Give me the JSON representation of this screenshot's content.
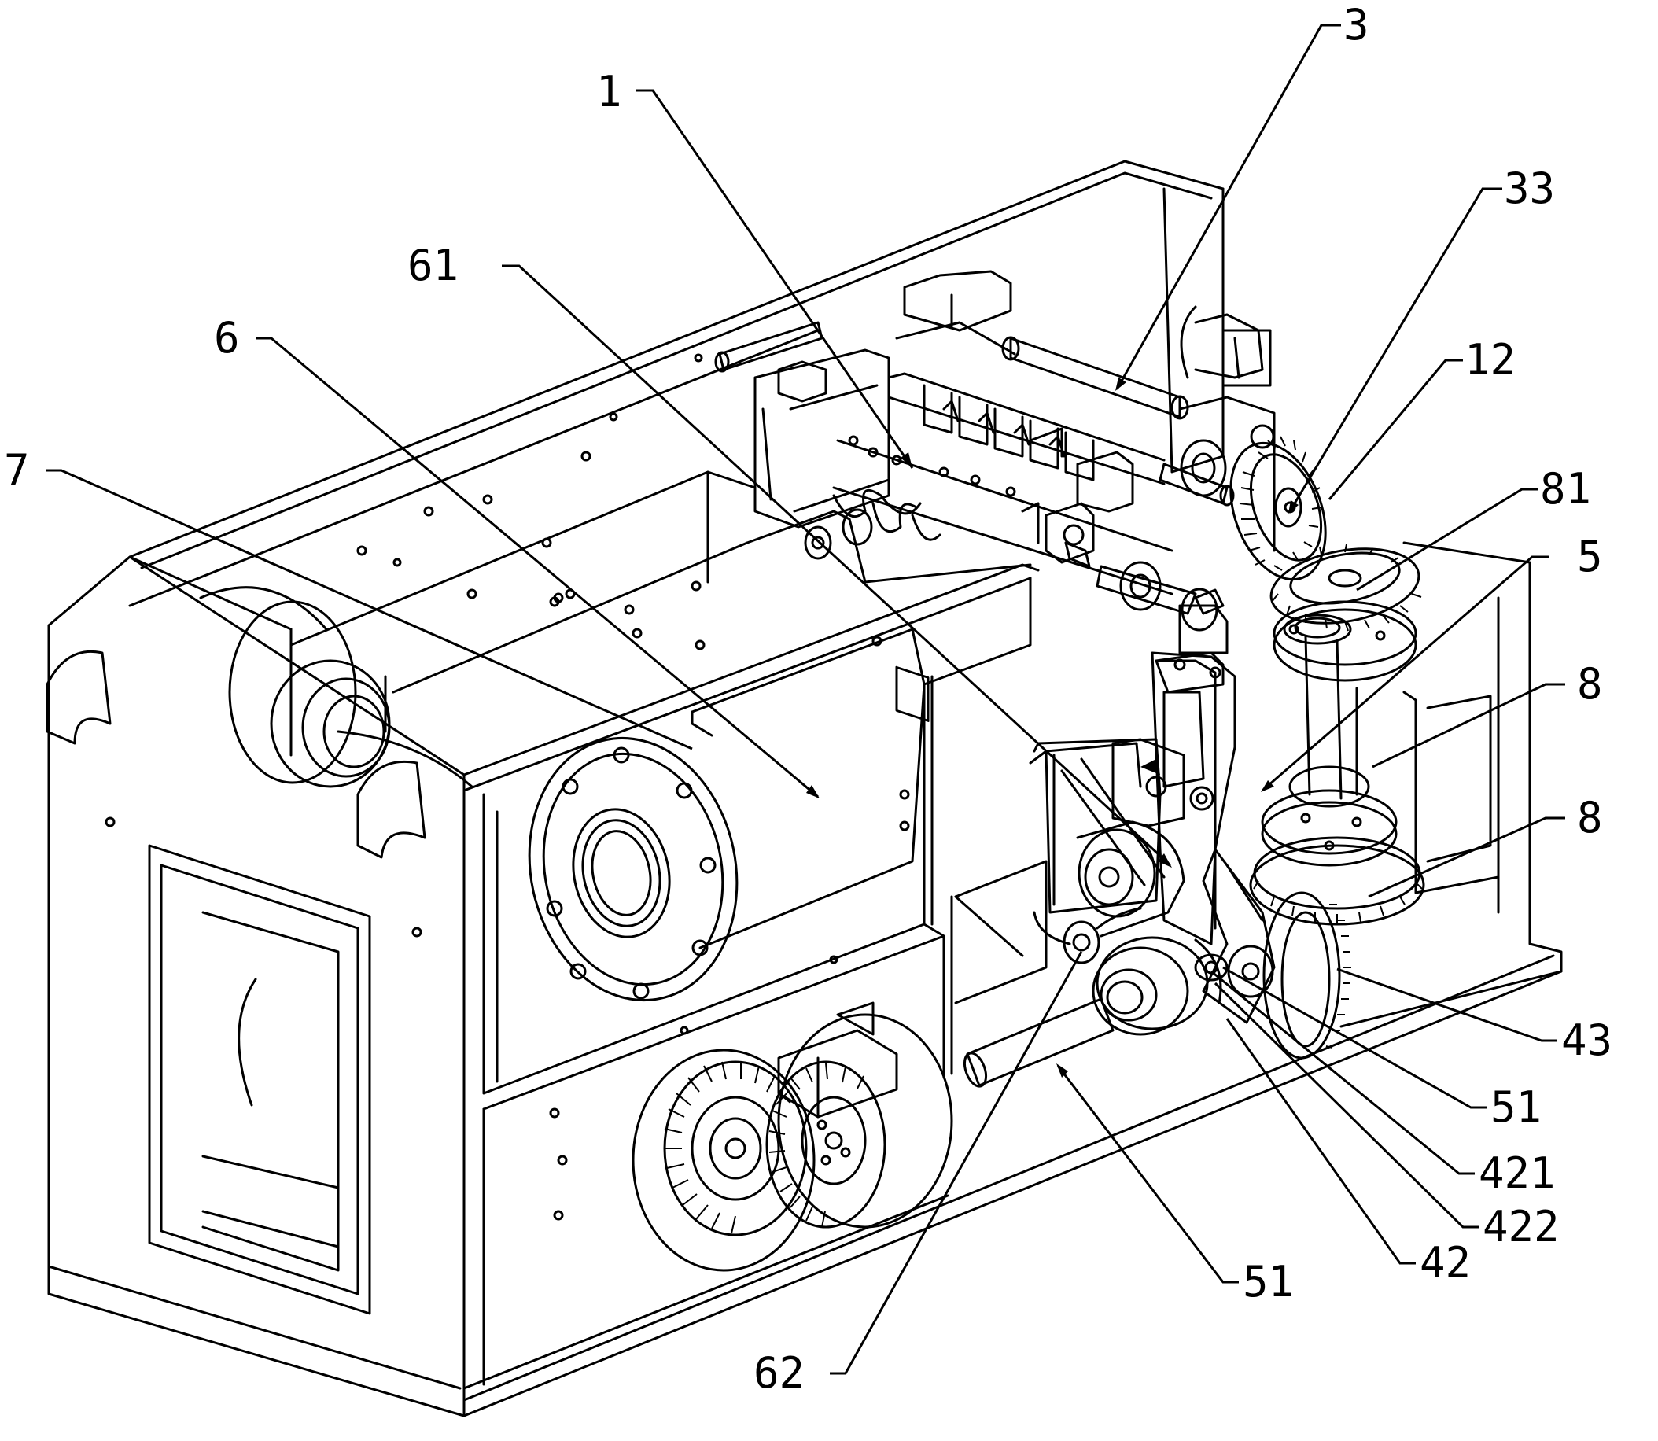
{
  "figure": {
    "labels": [
      {
        "id": "label-1",
        "text": "1"
      },
      {
        "id": "label-3",
        "text": "3"
      },
      {
        "id": "label-33",
        "text": "33"
      },
      {
        "id": "label-12",
        "text": "12"
      },
      {
        "id": "label-81",
        "text": "81"
      },
      {
        "id": "label-5",
        "text": "5"
      },
      {
        "id": "label-8a",
        "text": "8"
      },
      {
        "id": "label-8b",
        "text": "8"
      },
      {
        "id": "label-43",
        "text": "43"
      },
      {
        "id": "label-51a",
        "text": "51"
      },
      {
        "id": "label-421",
        "text": "421"
      },
      {
        "id": "label-422",
        "text": "422"
      },
      {
        "id": "label-42",
        "text": "42"
      },
      {
        "id": "label-51b",
        "text": "51"
      },
      {
        "id": "label-62",
        "text": "62"
      },
      {
        "id": "label-61",
        "text": "61"
      },
      {
        "id": "label-6",
        "text": "6"
      },
      {
        "id": "label-7",
        "text": "7"
      }
    ]
  }
}
